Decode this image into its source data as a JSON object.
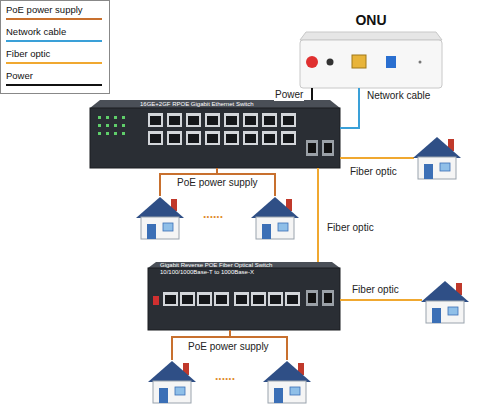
{
  "diagram": {
    "nodes": [
      {
        "text": [
          "ONU"
        ]
      },
      {
        "text": [
          "16GE+2GF RPOE Gigabit Ethernet Switch"
        ]
      },
      {
        "text": [
          "Gigabit Reverse POE Fiber Optical Switch",
          "10/100/1000Base-T to 1000Base-X"
        ]
      }
    ],
    "edges": [
      {
        "from": 0,
        "to": 1,
        "arrow": "none",
        "label": "Network cable"
      },
      {
        "from": 0,
        "to": 1,
        "arrow": "none",
        "label": "Power"
      },
      {
        "from": 1,
        "to": 2,
        "arrow": "none",
        "label": "Fiber optic"
      }
    ],
    "labels": [
      "PoE power supply",
      "......",
      "Fiber optic",
      "Fiber optic",
      "PoE power supply",
      "......"
    ],
    "legend": [
      {
        "text": "PoE power supply"
      },
      {
        "text": "Network cable"
      },
      {
        "text": "Fiber optic"
      },
      {
        "text": "Power"
      }
    ]
  }
}
